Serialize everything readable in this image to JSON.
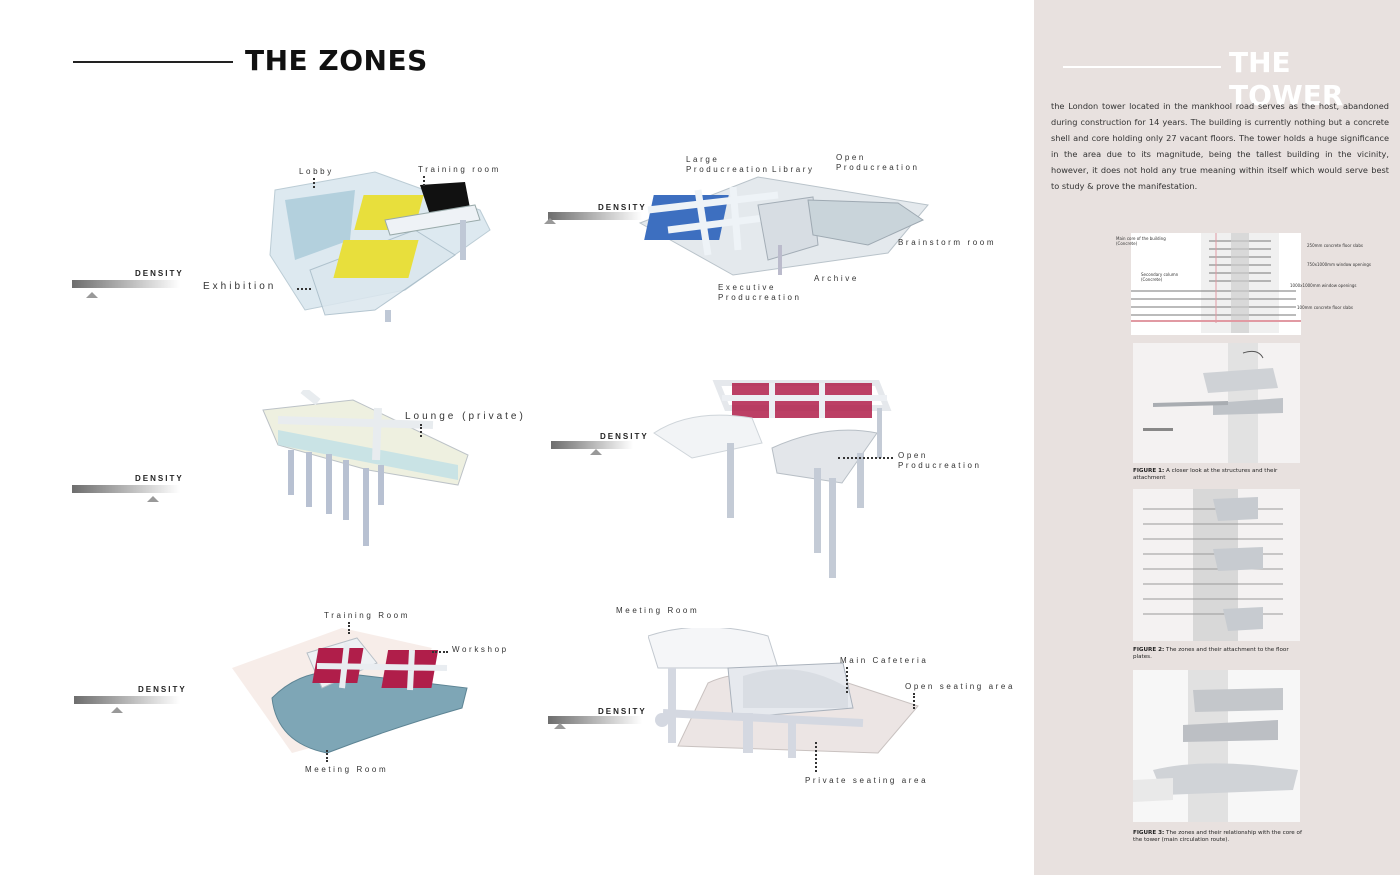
{
  "zones": {
    "title": "THE ZONES",
    "density_label": "DENSITY",
    "z1": {
      "lobby": "Lobby",
      "training": "Training room",
      "exhibition": "Exhibition"
    },
    "z2": {
      "large": "Large\nProducreation",
      "library": "Library",
      "open": "Open\nProducreation",
      "brainstorm": "Brainstorm room",
      "archive": "Archive",
      "executive": "Executive\nProducreation"
    },
    "z3": {
      "lounge": "Lounge (private)"
    },
    "z4": {
      "open": "Open\nProducreation"
    },
    "z5": {
      "training": "Training Room",
      "workshop": "Workshop",
      "meeting": "Meeting Room"
    },
    "z6": {
      "meeting": "Meeting Room",
      "cafeteria": "Main Cafeteria",
      "open_seating": "Open seating area",
      "private_seating": "Private seating area"
    }
  },
  "tower": {
    "title": "THE TOWER",
    "description": " the London tower located in the mankhool road serves as the host, abandoned during construction for 14 years. The building is currently nothing but a concrete shell and core holding only 27 vacant floors. The tower holds a huge significance in the area due to its magnitude, being the tallest building in the vicinity, however, it does not hold any true meaning within itself which would serve best to study & prove the manifestation.",
    "section_labels": {
      "main_core": "Main core of the building\n(Concrete)",
      "secondary": "Secondary column\n(Concrete)",
      "slab250": "250mm concrete floor slabs",
      "win750": "750x1000mm window openings",
      "win1000": "1000x1000mm window openings",
      "slab100": "100mm concrete floor slabs"
    },
    "figures": [
      {
        "tag": "FIGURE 1:",
        "caption": " A closer look at the structures and their attachment"
      },
      {
        "tag": "FIGURE 2:",
        "caption": " The zones and their attachment to the floor plates."
      },
      {
        "tag": "FIGURE 3:",
        "caption": " The zones and their relationship with the core of the tower (main circulation route)."
      }
    ]
  },
  "colors": {
    "accent_yellow": "#e8df3c",
    "accent_blue": "#3d6fc0",
    "accent_red": "#b01e4a",
    "panel": "#e8e1df"
  }
}
